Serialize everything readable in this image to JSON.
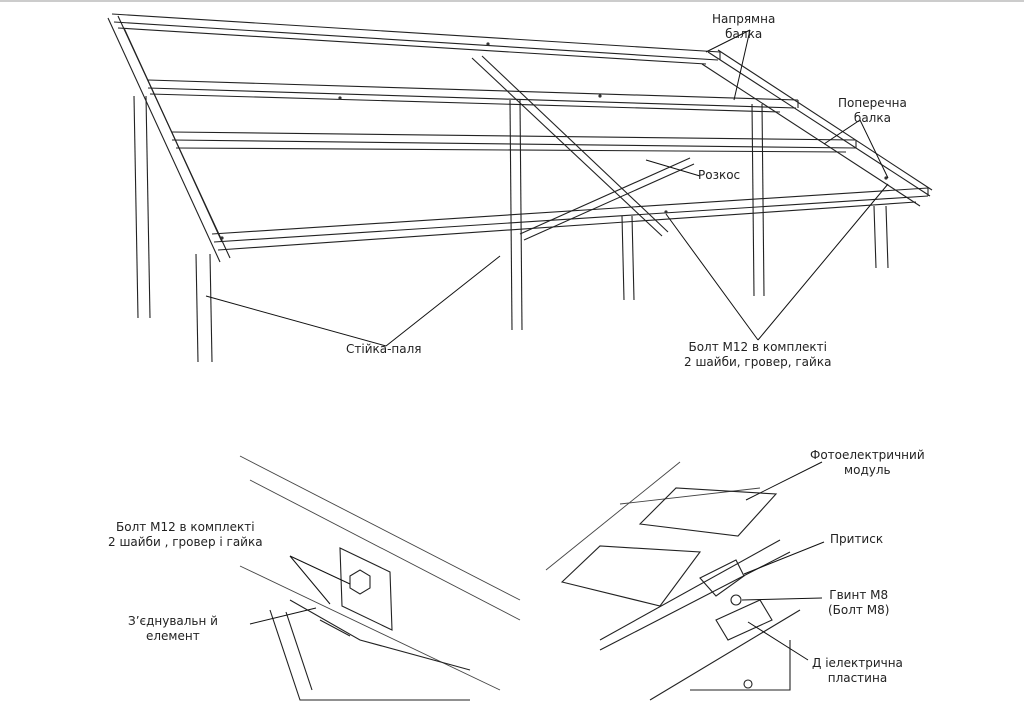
{
  "labels": {
    "guide_beam": [
      "Напрямна",
      "балка"
    ],
    "cross_beam": [
      "Поперечна",
      "балка"
    ],
    "brace": "Розкос",
    "post_pile": "Стійка-паля",
    "bolt_top": [
      "Болт М12 в комплекті",
      "2 шайби, гровер, гайка"
    ],
    "bolt_bottom": [
      "Болт М12 в комплекті",
      "2 шайби , гровер  і  гайка"
    ],
    "connector": [
      "З’єднувальн   й",
      "елемент"
    ],
    "pv_module": [
      "Фотоелектричний",
      "модуль"
    ],
    "clamp": "Притиск",
    "screw": [
      "Гвинт М8",
      "(Болт М8)"
    ],
    "dielectric": [
      "Д іелектрична",
      "пластина"
    ]
  }
}
